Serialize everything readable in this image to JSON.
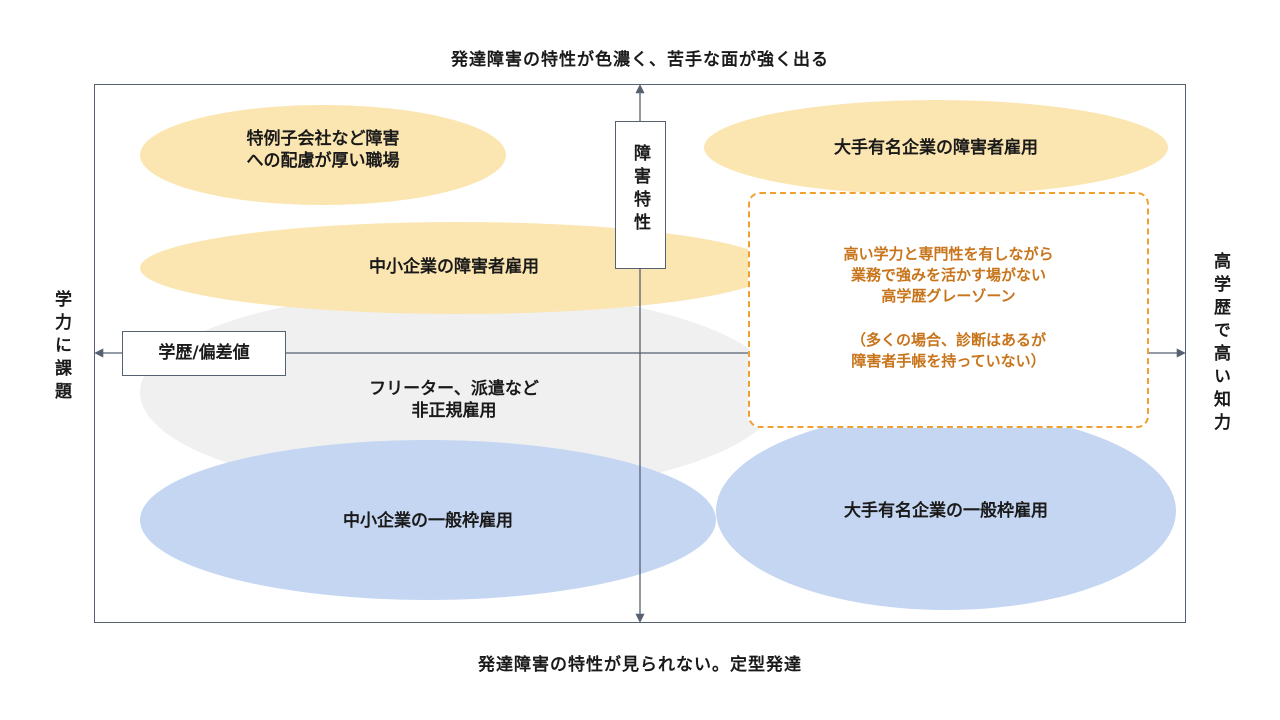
{
  "labels": {
    "top": "発達障害の特性が色濃く、苦手な面が強く出る",
    "bottom": "発達障害の特性が見られない。定型発達",
    "left": "学力に課題",
    "right": "高学歴で高い知力"
  },
  "axes": {
    "vertical": "障害特性",
    "horizontal": "学歴/偏差値"
  },
  "regions": {
    "special_subsidiary": "特例子会社など障害\nへの配慮が厚い職場",
    "large_disability": "大手有名企業の障害者雇用",
    "sme_disability": "中小企業の障害者雇用",
    "freeter": "フリーター、派遣など\n非正規雇用",
    "sme_general": "中小企業の一般枠雇用",
    "large_general": "大手有名企業の一般枠雇用"
  },
  "gray_zone": {
    "main": "高い学力と専門性を有しながら\n業務で強みを活かす場がない\n高学歴グレーゾーン",
    "note": "（多くの場合、診断はあるが\n障害者手帳を持っていない）"
  },
  "colors": {
    "yellow": "#fbe5b0",
    "gray": "#f0f0f0",
    "blue": "#c5d6f2",
    "accent_orange": "#f0a030",
    "accent_text": "#c8741a",
    "axis": "#556070"
  }
}
